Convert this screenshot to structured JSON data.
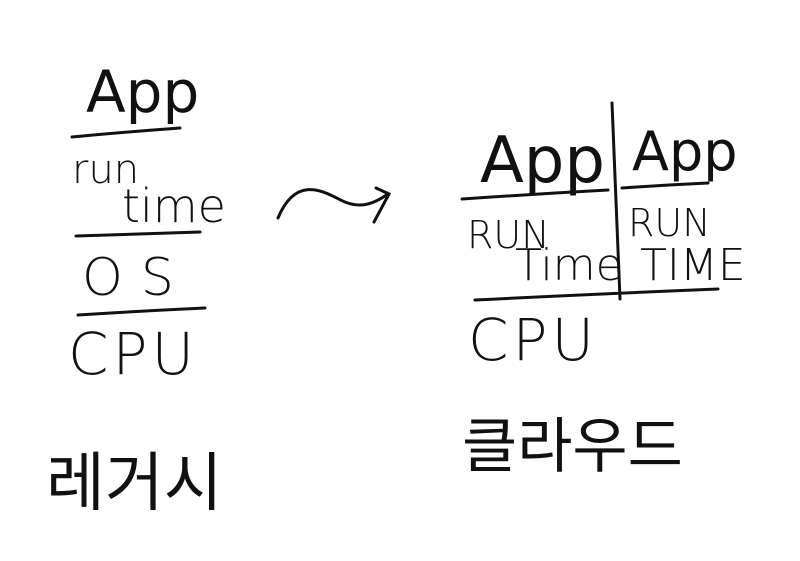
{
  "legacy": {
    "layers": [
      "App",
      "run",
      "time",
      "OS",
      "CPU"
    ],
    "caption": "레거시"
  },
  "cloud": {
    "containers": [
      {
        "app": "App",
        "runtime_1": "RUN",
        "runtime_2": "Time"
      },
      {
        "app": "App",
        "runtime_1": "RUN",
        "runtime_2": "TIME"
      }
    ],
    "base": "CPU",
    "caption": "클라우드"
  },
  "colors": {
    "ink": "#111111",
    "background": "#ffffff"
  }
}
